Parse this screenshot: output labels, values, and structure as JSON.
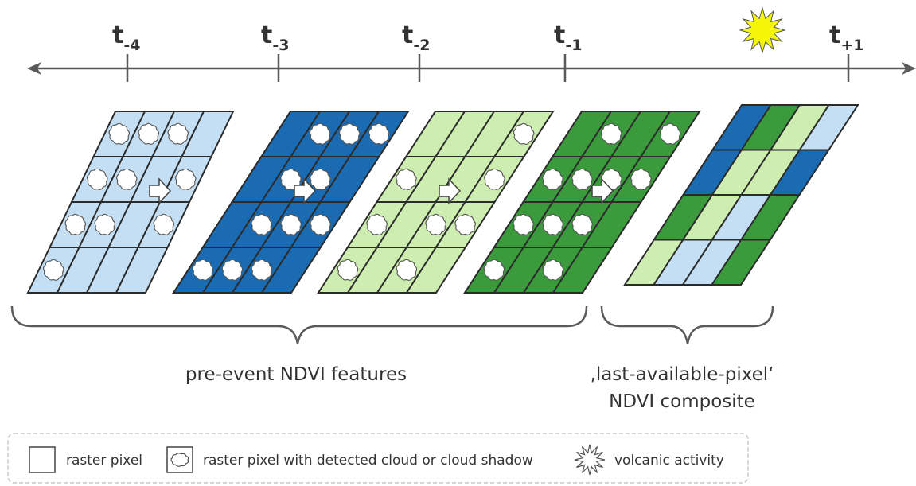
{
  "timeline": {
    "ticks": [
      {
        "base": "t",
        "sub": "-4"
      },
      {
        "base": "t",
        "sub": "-3"
      },
      {
        "base": "t",
        "sub": "-2"
      },
      {
        "base": "t",
        "sub": "-1"
      },
      {
        "base": "t",
        "sub": "+1"
      }
    ]
  },
  "grids": [
    {
      "cells": [
        [
          "l",
          "l",
          "l",
          "l"
        ],
        [
          "l",
          "l",
          "l",
          "l"
        ],
        [
          "l",
          "l",
          "l",
          "l"
        ],
        [
          "l",
          "l",
          "l",
          "l"
        ]
      ],
      "clouds": [
        [
          1,
          1,
          1,
          0
        ],
        [
          1,
          1,
          0,
          1
        ],
        [
          1,
          1,
          0,
          1
        ],
        [
          1,
          0,
          0,
          0
        ]
      ]
    },
    {
      "cells": [
        [
          "d",
          "d",
          "d",
          "d"
        ],
        [
          "d",
          "d",
          "d",
          "d"
        ],
        [
          "d",
          "d",
          "d",
          "d"
        ],
        [
          "d",
          "d",
          "d",
          "d"
        ]
      ],
      "clouds": [
        [
          0,
          1,
          1,
          1
        ],
        [
          0,
          1,
          1,
          0
        ],
        [
          0,
          1,
          1,
          1
        ],
        [
          1,
          1,
          1,
          0
        ]
      ]
    },
    {
      "cells": [
        [
          "g",
          "g",
          "g",
          "g"
        ],
        [
          "g",
          "g",
          "g",
          "g"
        ],
        [
          "g",
          "g",
          "g",
          "g"
        ],
        [
          "g",
          "g",
          "g",
          "g"
        ]
      ],
      "clouds": [
        [
          0,
          0,
          0,
          1
        ],
        [
          1,
          0,
          0,
          1
        ],
        [
          1,
          0,
          1,
          1
        ],
        [
          1,
          0,
          1,
          0
        ]
      ]
    },
    {
      "cells": [
        [
          "G",
          "G",
          "G",
          "G"
        ],
        [
          "G",
          "G",
          "G",
          "G"
        ],
        [
          "G",
          "G",
          "G",
          "G"
        ],
        [
          "G",
          "G",
          "G",
          "G"
        ]
      ],
      "clouds": [
        [
          0,
          1,
          0,
          1
        ],
        [
          1,
          1,
          1,
          1
        ],
        [
          1,
          1,
          1,
          0
        ],
        [
          1,
          0,
          1,
          0
        ]
      ]
    },
    {
      "cells": [
        [
          "d",
          "G",
          "g",
          "l"
        ],
        [
          "d",
          "g",
          "g",
          "d"
        ],
        [
          "G",
          "g",
          "l",
          "G"
        ],
        [
          "g",
          "l",
          "l",
          "G"
        ]
      ],
      "clouds": [
        [
          0,
          0,
          0,
          0
        ],
        [
          0,
          0,
          0,
          0
        ],
        [
          0,
          0,
          0,
          0
        ],
        [
          0,
          0,
          0,
          0
        ]
      ]
    }
  ],
  "cell_colors": {
    "l": "#c4dff4",
    "d": "#1a6bb2",
    "g": "#cdeeb0",
    "G": "#3a9a3c"
  },
  "labels": {
    "pre_event": "pre-event NDVI features",
    "composite_line1": "‚last-available-pixel‘",
    "composite_line2": "NDVI composite"
  },
  "legend": {
    "items": [
      {
        "icon": "raster-pixel-icon",
        "label": "raster pixel"
      },
      {
        "icon": "cloud-pixel-icon",
        "label": "raster pixel with detected cloud or cloud shadow"
      },
      {
        "icon": "volcano-burst-icon",
        "label": "volcanic activity"
      }
    ]
  },
  "colors": {
    "axis": "#5a5a5a",
    "grid_line": "#2b2b2b",
    "burst_fill": "#f5f50a",
    "legend_border": "#c8c8c8"
  }
}
